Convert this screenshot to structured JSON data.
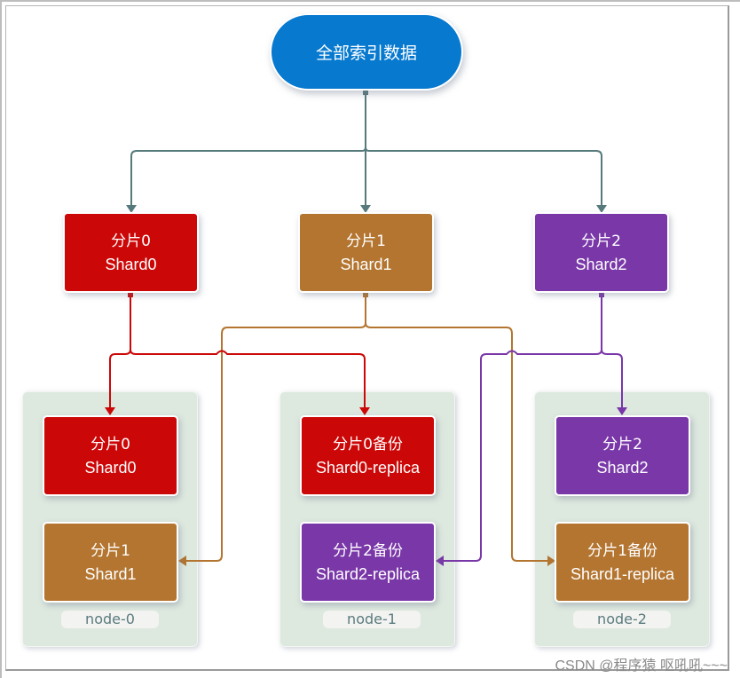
{
  "root": {
    "label": "全部索引数据",
    "color": "#0779cf"
  },
  "colors": {
    "connector_root": "#567a7c",
    "shard0": "#cc0707",
    "shard1": "#b37530",
    "shard2": "#7937a8",
    "node_bg": "#dde8df",
    "node_label_text": "#5a7b7e"
  },
  "primary_shards": [
    {
      "zh": "分片0",
      "en": "Shard0",
      "color_key": "shard0"
    },
    {
      "zh": "分片1",
      "en": "Shard1",
      "color_key": "shard1"
    },
    {
      "zh": "分片2",
      "en": "Shard2",
      "color_key": "shard2"
    }
  ],
  "nodes": [
    {
      "label": "node-0",
      "shards": [
        {
          "zh": "分片0",
          "en": "Shard0",
          "color_key": "shard0"
        },
        {
          "zh": "分片1",
          "en": "Shard1",
          "color_key": "shard1"
        }
      ]
    },
    {
      "label": "node-1",
      "shards": [
        {
          "zh": "分片0备份",
          "en": "Shard0-replica",
          "color_key": "shard0"
        },
        {
          "zh": "分片2备份",
          "en": "Shard2-replica",
          "color_key": "shard2"
        }
      ]
    },
    {
      "label": "node-2",
      "shards": [
        {
          "zh": "分片2",
          "en": "Shard2",
          "color_key": "shard2"
        },
        {
          "zh": "分片1备份",
          "en": "Shard1-replica",
          "color_key": "shard1"
        }
      ]
    }
  ],
  "edges": [
    {
      "from": "root",
      "to": "primary-0"
    },
    {
      "from": "root",
      "to": "primary-1"
    },
    {
      "from": "root",
      "to": "primary-2"
    },
    {
      "from": "primary-0",
      "to": "node-0/Shard0"
    },
    {
      "from": "primary-0",
      "to": "node-1/Shard0-replica"
    },
    {
      "from": "primary-1",
      "to": "node-0/Shard1"
    },
    {
      "from": "primary-1",
      "to": "node-2/Shard1-replica"
    },
    {
      "from": "primary-2",
      "to": "node-2/Shard2"
    },
    {
      "from": "primary-2",
      "to": "node-1/Shard2-replica"
    }
  ],
  "watermark": "CSDN @程序猿 呕吼吼~~~"
}
